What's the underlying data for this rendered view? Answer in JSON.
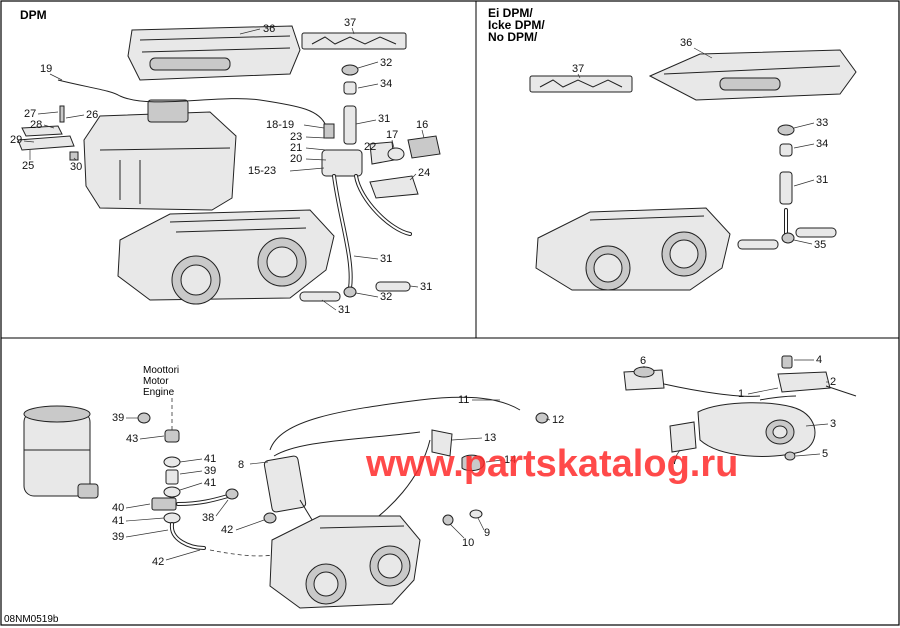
{
  "panels": {
    "dpm_title": "DPM",
    "no_dpm_line1": "Ei DPM/",
    "no_dpm_line2": "Icke DPM/",
    "no_dpm_line3": "No DPM/"
  },
  "engine_label": {
    "line1": "Moottori",
    "line2": "Motor",
    "line3": "Engine"
  },
  "watermark": "www.partskatalog.ru",
  "footer_code": "08NM0519b",
  "callouts_dpm": [
    "36",
    "37",
    "32",
    "34",
    "19",
    "27",
    "26",
    "28",
    "29",
    "25",
    "30",
    "18-19",
    "23",
    "21",
    "20",
    "15-23",
    "31",
    "17",
    "16",
    "22",
    "24",
    "31",
    "31",
    "32",
    "31"
  ],
  "callouts_no_dpm": [
    "37",
    "36",
    "33",
    "34",
    "31",
    "35"
  ],
  "callouts_engine": [
    "39",
    "43",
    "41",
    "39",
    "41",
    "40",
    "38",
    "41",
    "42",
    "39",
    "42",
    "11",
    "12",
    "13",
    "8",
    "14",
    "9",
    "10",
    "6",
    "4",
    "2",
    "1",
    "3",
    "7",
    "5"
  ]
}
